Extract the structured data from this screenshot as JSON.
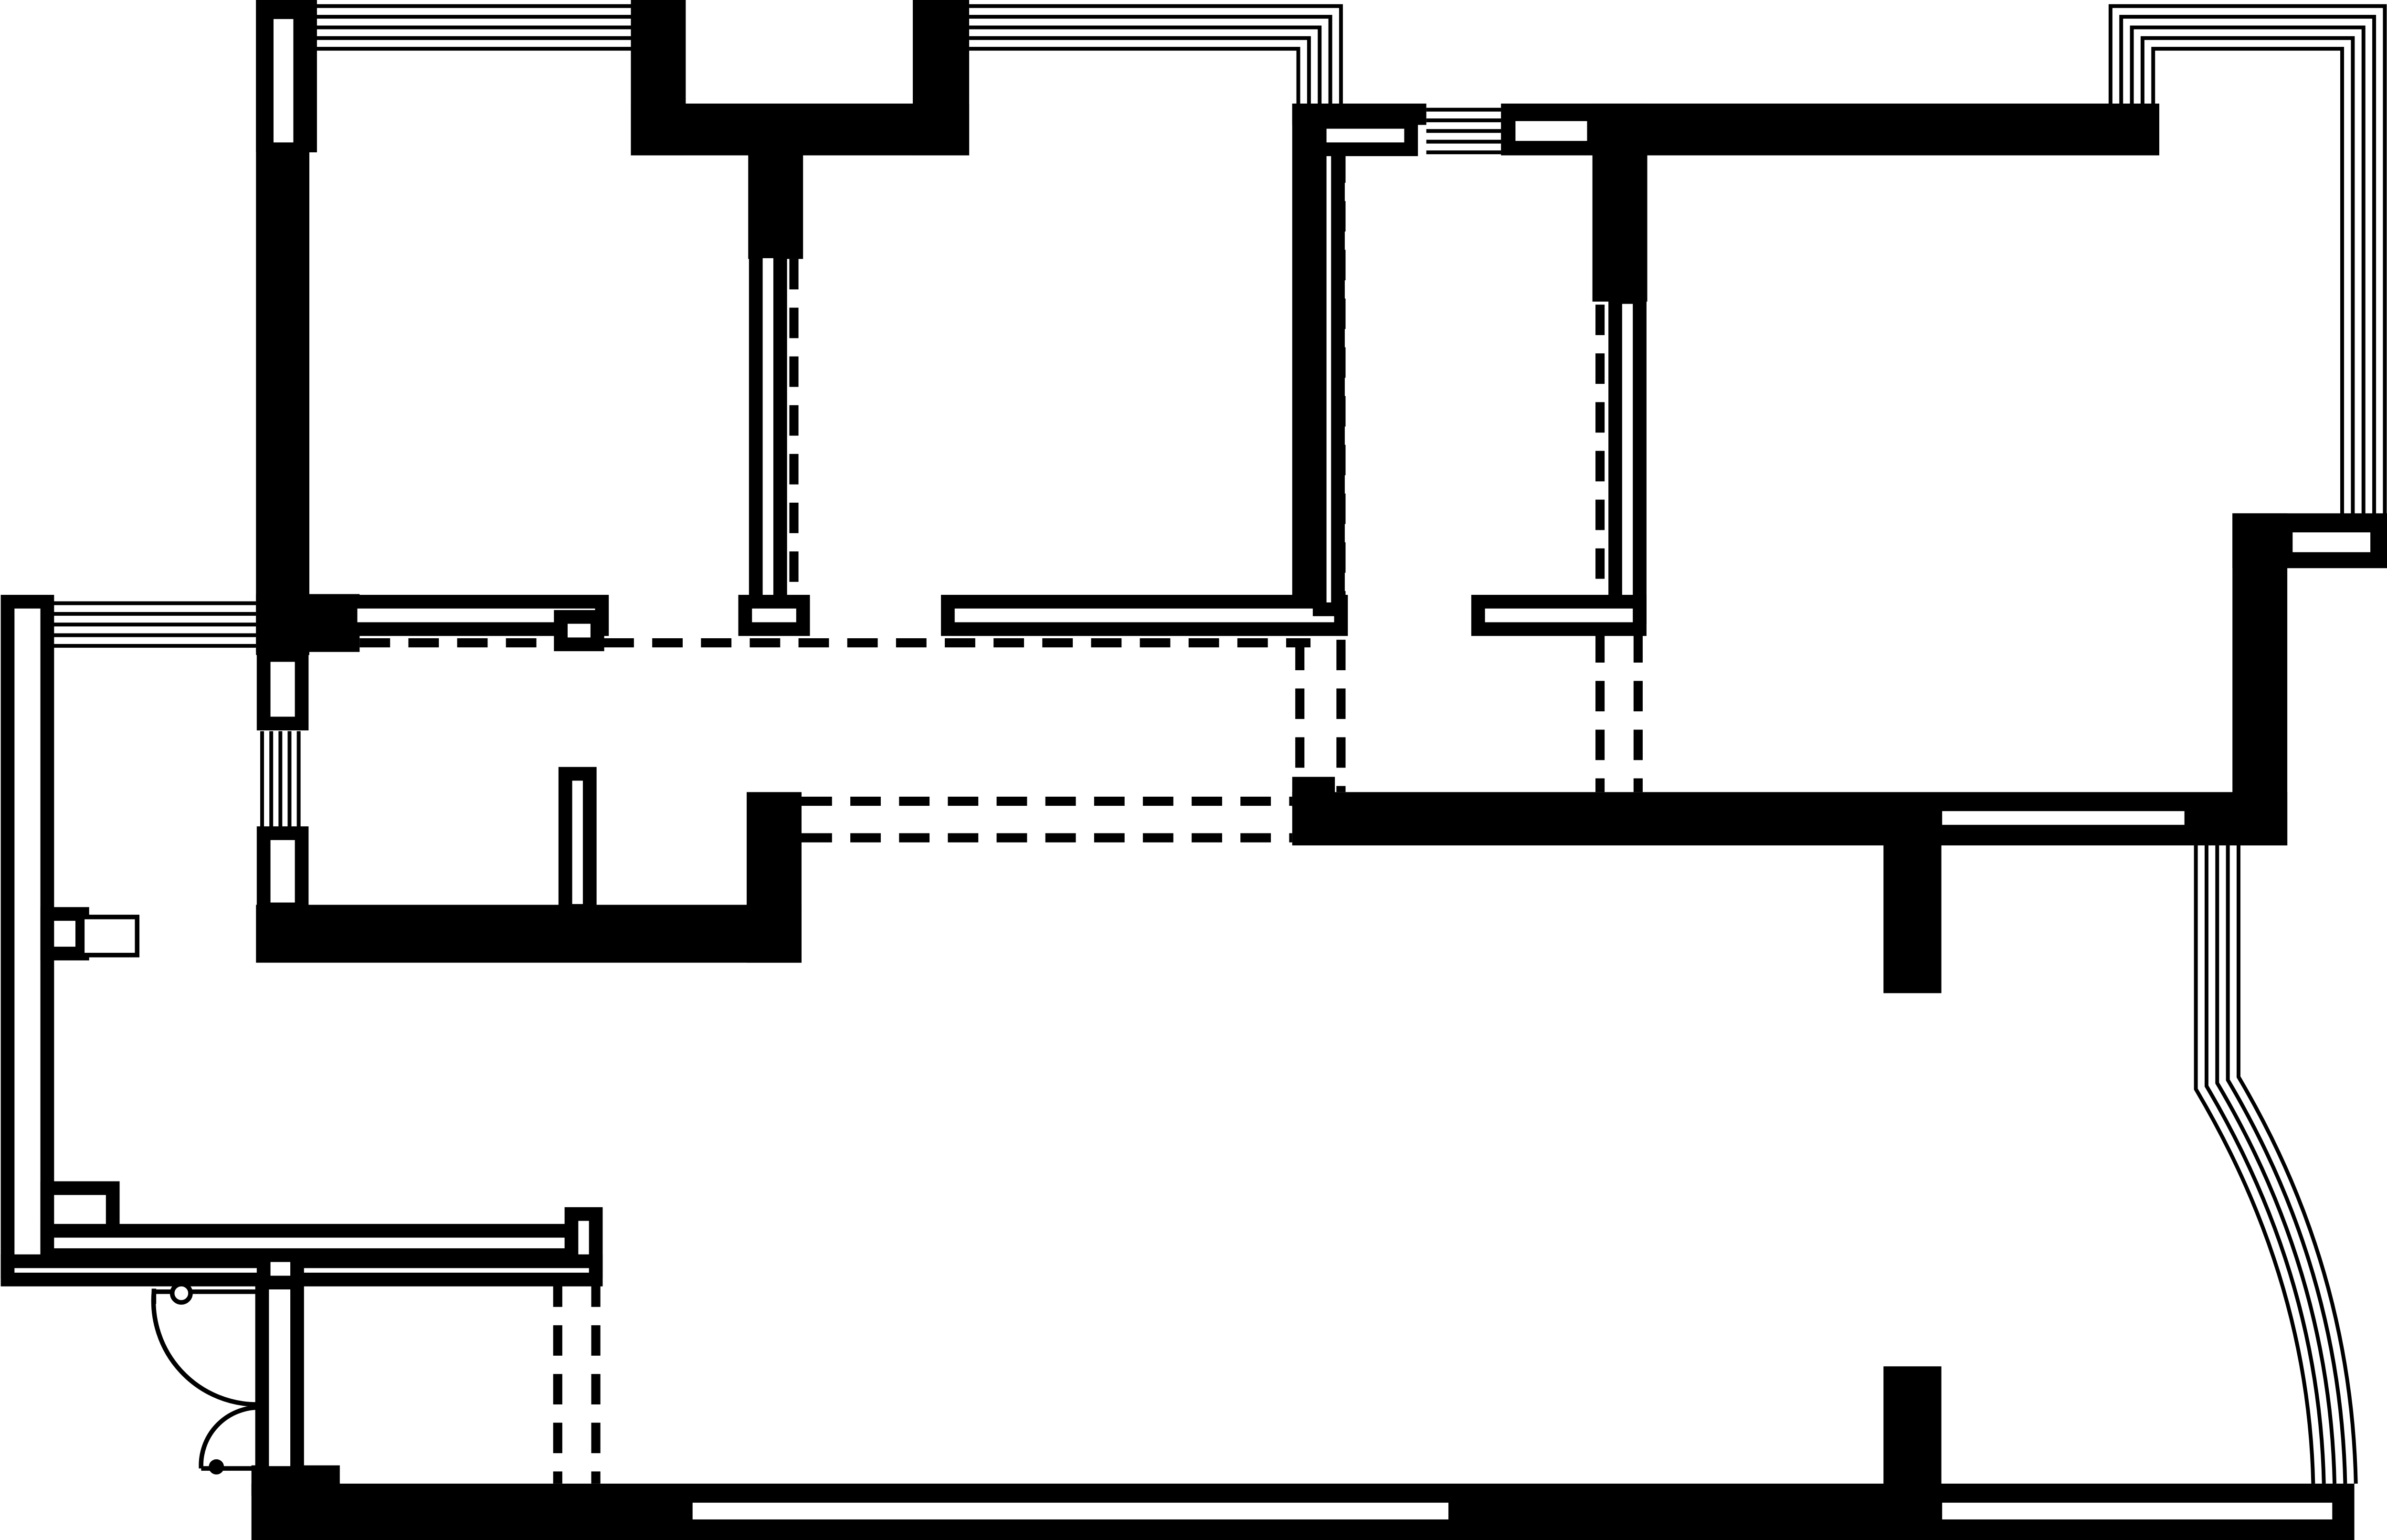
{
  "diagram": {
    "kind": "architectural-floor-plan",
    "background": "#ffffff",
    "ink": "#000000",
    "labels": []
  },
  "elements": {
    "walls": "solid-walls",
    "windows": "window-glazing",
    "openings": "dashed-openings",
    "doors": "door-swings"
  }
}
